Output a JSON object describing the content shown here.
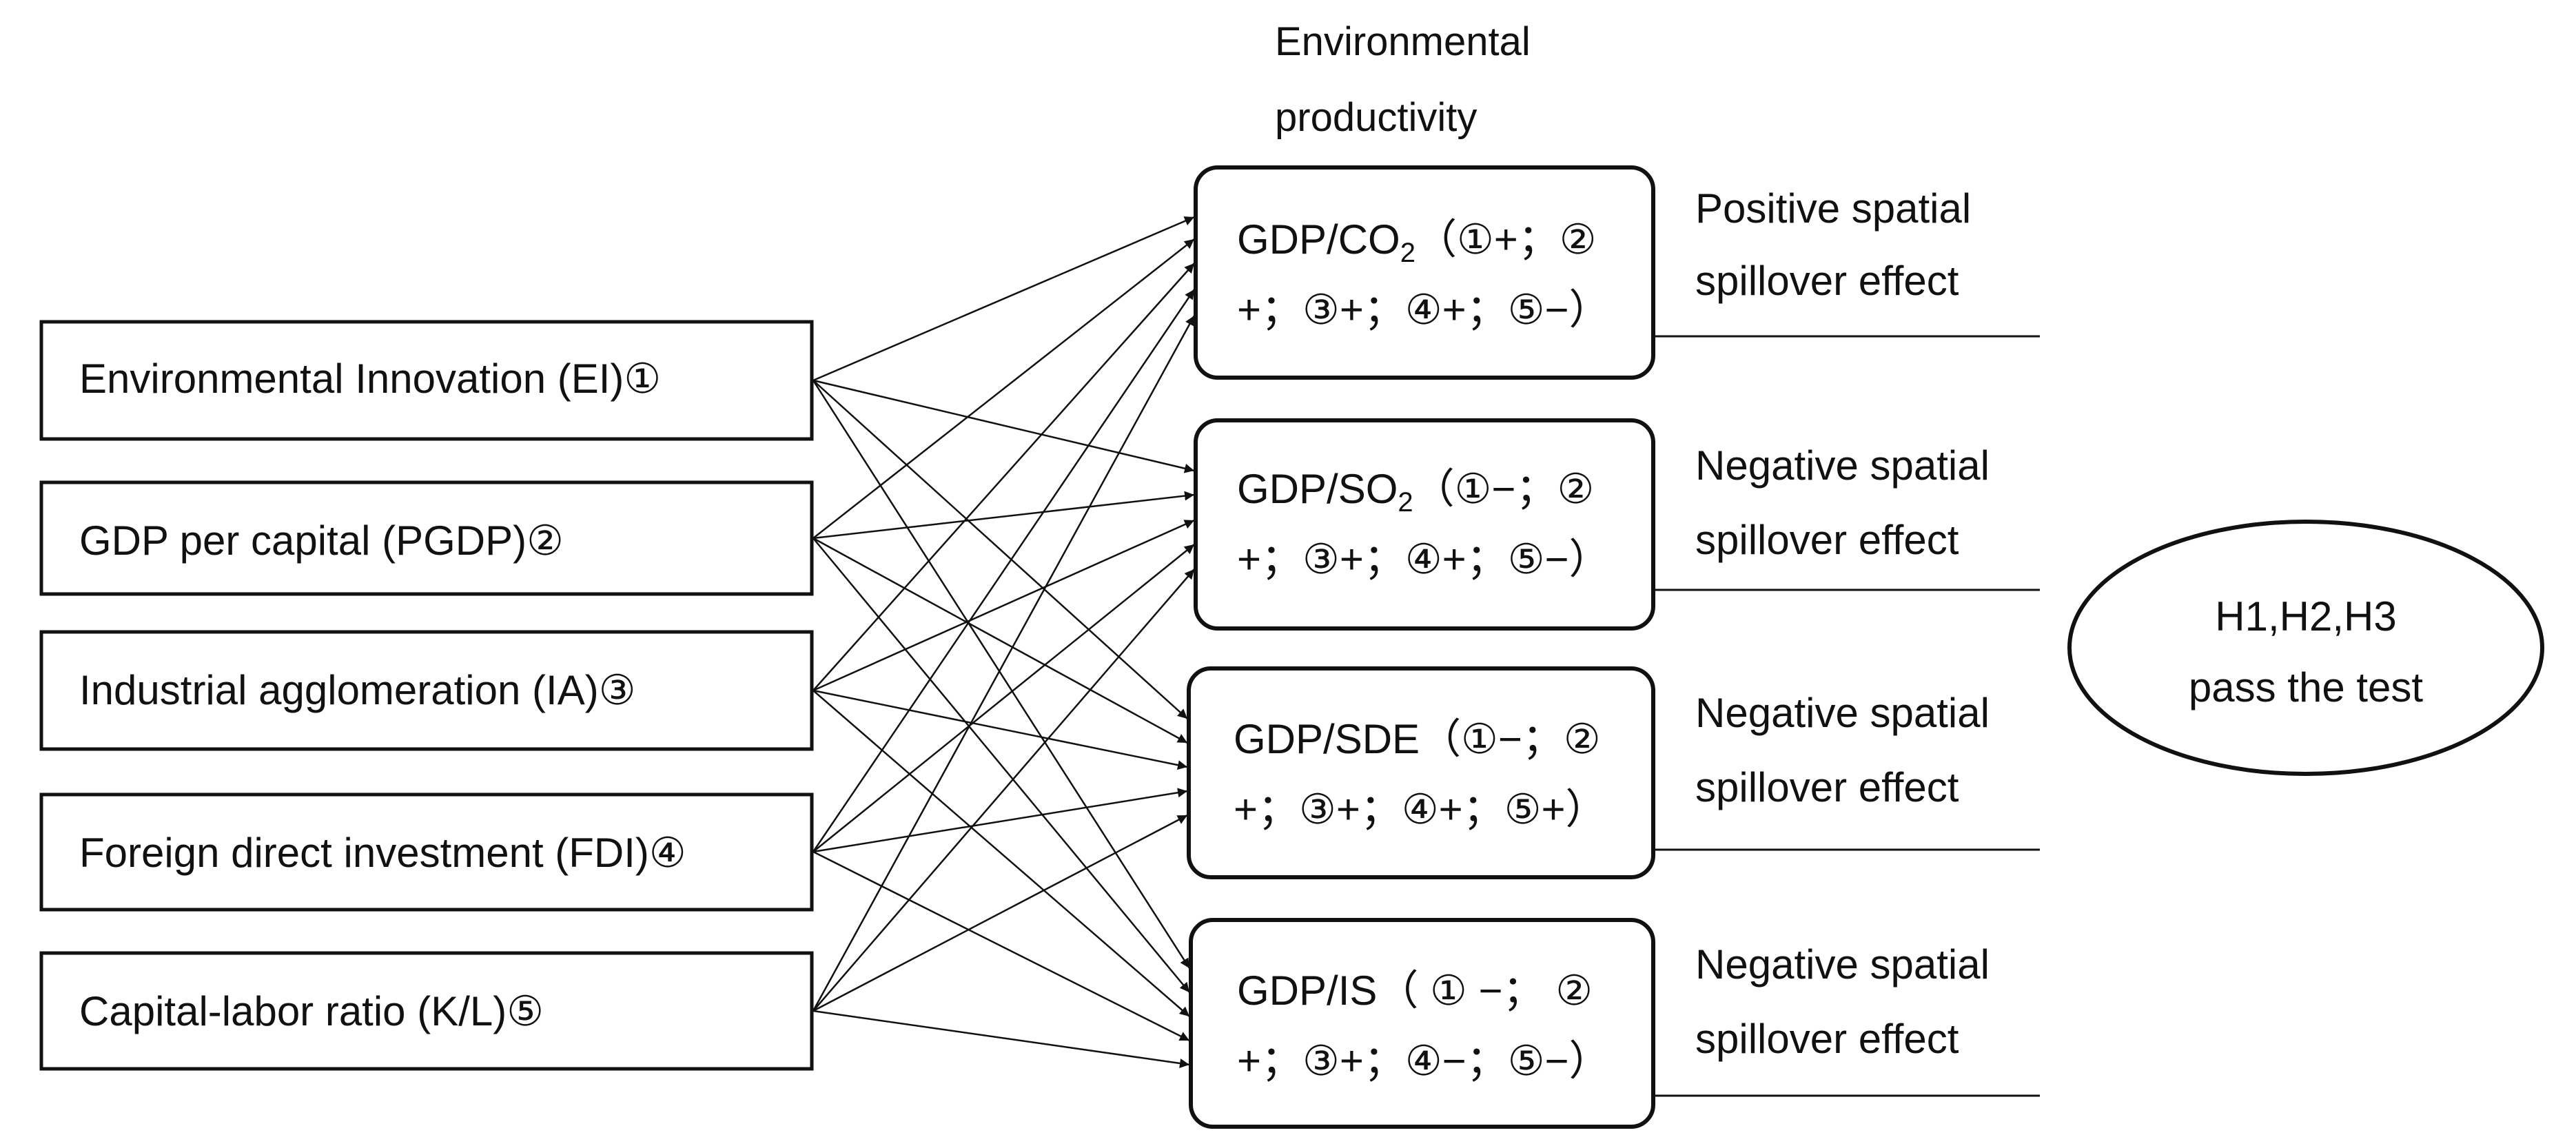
{
  "header": {
    "title_line1": "Environmental",
    "title_line2": "productivity"
  },
  "factors": [
    {
      "id": "ei",
      "label": "Environmental Innovation (EI)①"
    },
    {
      "id": "pgdp",
      "label": "GDP per capital (PGDP)②"
    },
    {
      "id": "ia",
      "label": "Industrial agglomeration (IA)③"
    },
    {
      "id": "fdi",
      "label": "Foreign direct investment (FDI)④"
    },
    {
      "id": "kl",
      "label": "Capital-labor ratio (K/L)⑤"
    }
  ],
  "outcomes": [
    {
      "id": "co2",
      "line1_prefix": "GDP/CO",
      "subscript": "2",
      "line1_suffix": "（①+；②",
      "line2": "+；③+；④+；⑤−）",
      "effect_line1": "Positive spatial",
      "effect_line2": "spillover effect"
    },
    {
      "id": "so2",
      "line1_prefix": "GDP/SO",
      "subscript": "2",
      "line1_suffix": "（①−；②",
      "line2": "+；③+；④+；⑤−）",
      "effect_line1": "Negative spatial",
      "effect_line2": "spillover effect"
    },
    {
      "id": "sde",
      "line1_prefix": "GDP/SDE",
      "subscript": "",
      "line1_suffix": "（①−；②",
      "line2": "+；③+；④+；⑤+）",
      "effect_line1": "Negative spatial",
      "effect_line2": "spillover effect"
    },
    {
      "id": "is",
      "line1_prefix": "GDP/IS",
      "subscript": "",
      "line1_suffix": "（ ① −； ②",
      "line2": "+；③+；④−；⑤−）",
      "effect_line1": "Negative spatial",
      "effect_line2": "spillover effect"
    }
  ],
  "conclusion": {
    "line1": "H1,H2,H3",
    "line2": "pass the test"
  }
}
